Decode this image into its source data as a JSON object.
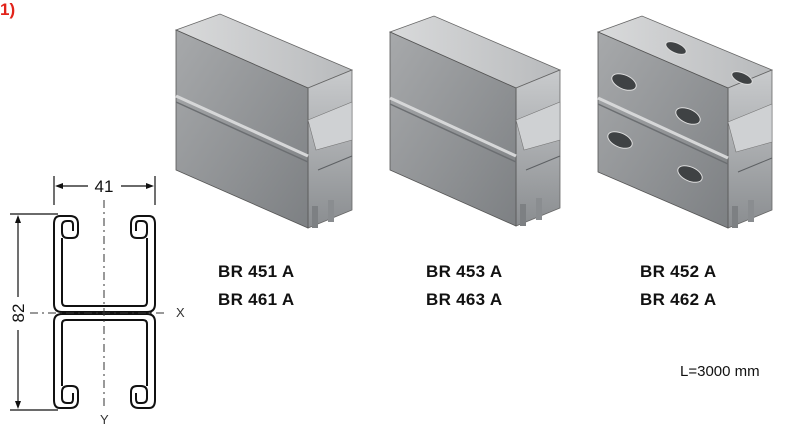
{
  "figure_number": "1)",
  "cross_section": {
    "width_label": "41",
    "height_label": "82",
    "x_axis_label": "X",
    "y_axis_label": "Y"
  },
  "channels": [
    {
      "codes": [
        "BR 451 A",
        "BR 461 A"
      ],
      "variant": "plain"
    },
    {
      "codes": [
        "BR 453 A",
        "BR 463 A"
      ],
      "variant": "plain"
    },
    {
      "codes": [
        "BR 452 A",
        "BR 462 A"
      ],
      "variant": "slotted"
    }
  ],
  "length_note": "L=3000 mm"
}
